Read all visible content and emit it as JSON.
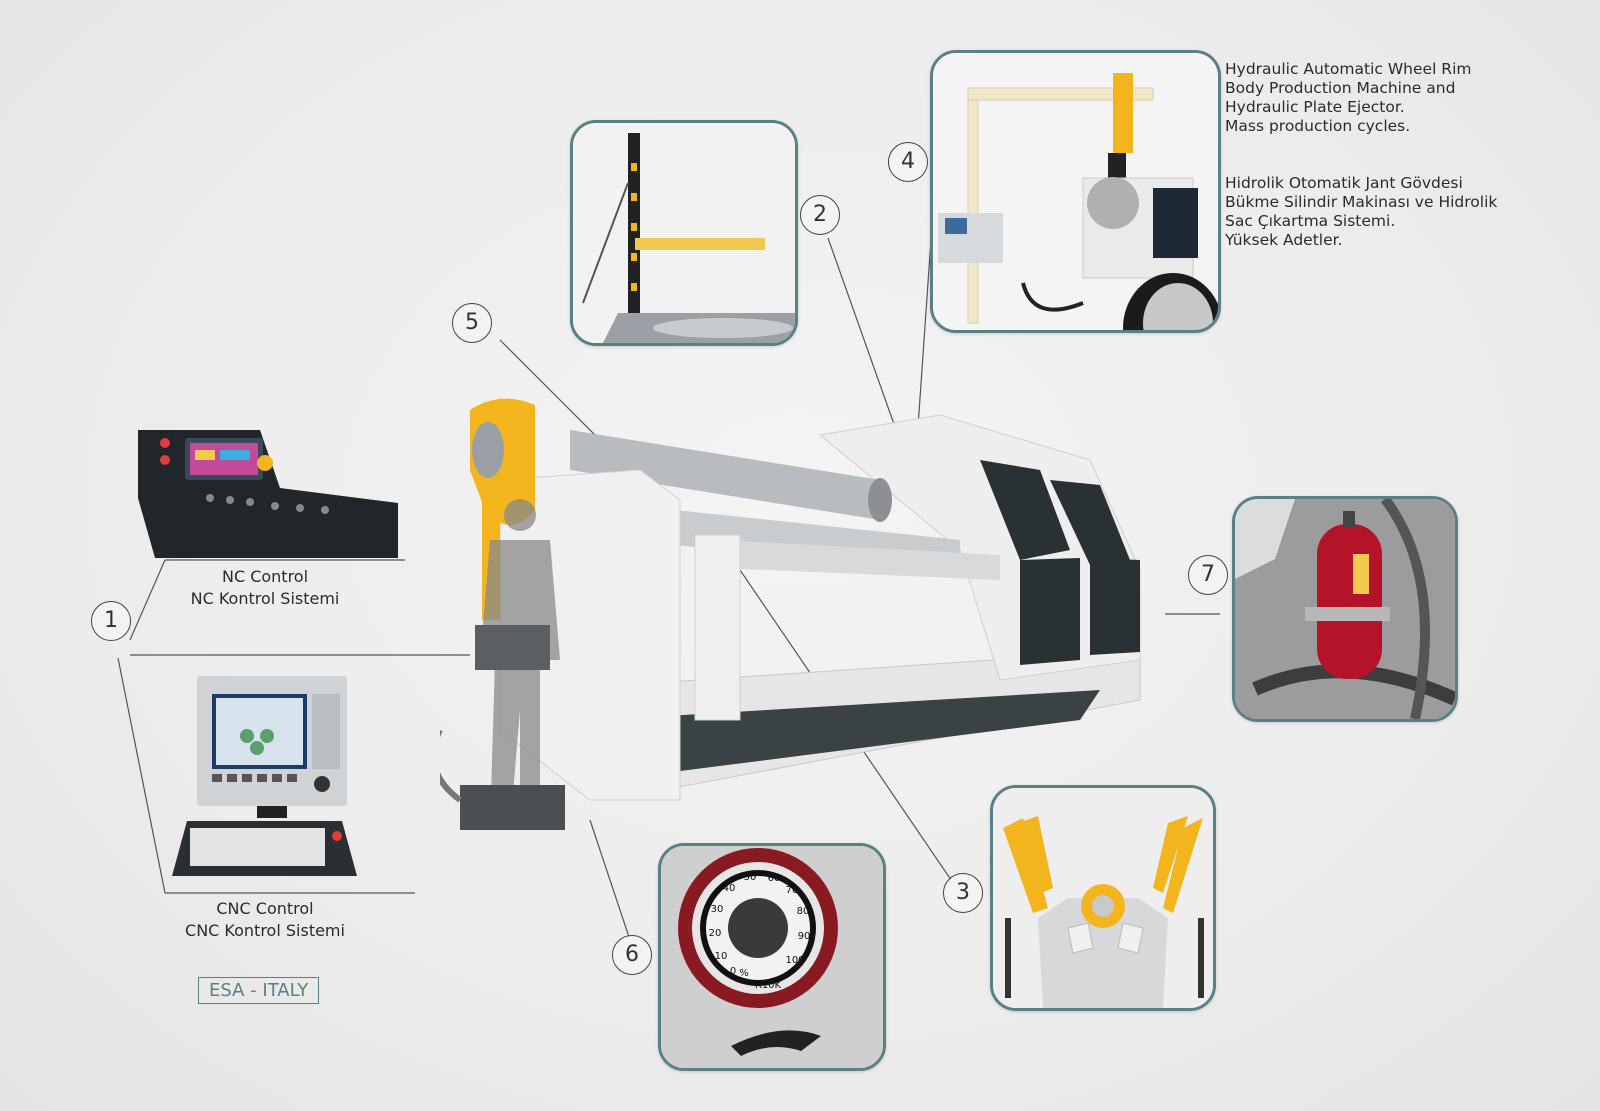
{
  "callouts": {
    "c1": "1",
    "c2": "2",
    "c3": "3",
    "c4": "4",
    "c5": "5",
    "c6": "6",
    "c7": "7"
  },
  "nc": {
    "line1": "NC Control",
    "line2": "NC Kontrol Sistemi"
  },
  "cnc": {
    "line1": "CNC Control",
    "line2": "CNC Kontrol Sistemi"
  },
  "esa_badge": "ESA - ITALY",
  "feature4": {
    "en": "Hydraulic Automatic Wheel Rim\nBody Production Machine and\nHydraulic Plate Ejector.\nMass production cycles.",
    "tr": "Hidrolik Otomatik Jant Gövdesi\nBükme Silindir Makinası  ve Hidrolik\nSac Çıkartma Sistemi.\nYüksek Adetler."
  },
  "dial": {
    "ticks": [
      "0",
      "10",
      "20",
      "30",
      "40",
      "50",
      "60",
      "70",
      "80",
      "90",
      "100"
    ],
    "unit": "%",
    "model": "R10K"
  },
  "colors": {
    "frame": "#5a7f85",
    "machine_yellow": "#f2b51d",
    "machine_body": "#e8e8e8",
    "machine_dark": "#2a3134"
  }
}
